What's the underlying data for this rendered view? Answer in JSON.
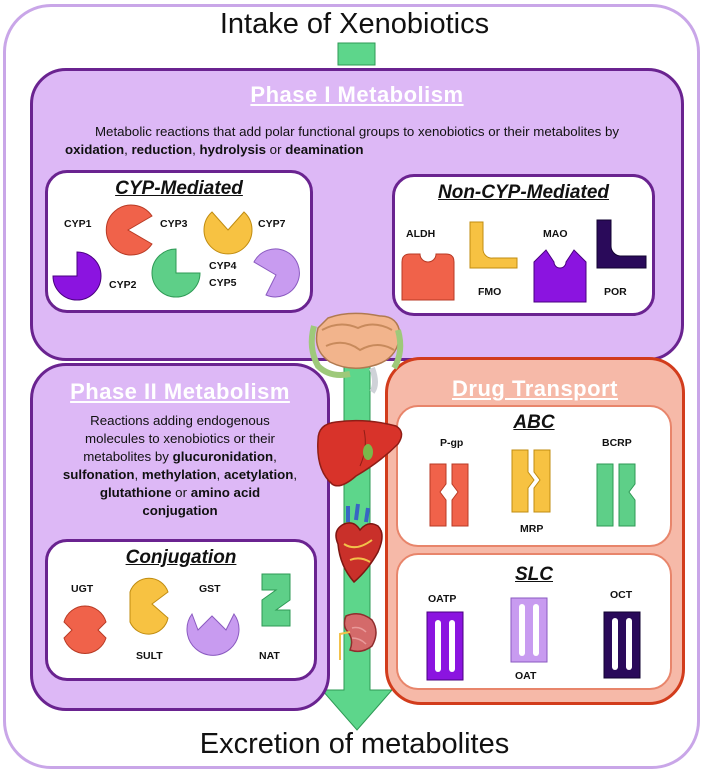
{
  "title_top": "Intake of Xenobiotics",
  "title_bottom": "Excretion of metabolites",
  "phase1": {
    "heading": "Phase I Metabolism",
    "desc_line1": "Metabolic reactions that add polar functional groups to xenobiotics or their metabolites by",
    "desc_line2": [
      {
        "t": "oxidation",
        "b": true
      },
      {
        "t": ", ",
        "b": false
      },
      {
        "t": "reduction",
        "b": true
      },
      {
        "t": ", ",
        "b": false
      },
      {
        "t": "hydrolysis",
        "b": true
      },
      {
        "t": " or ",
        "b": false
      },
      {
        "t": "deamination",
        "b": true
      }
    ],
    "cyp": {
      "title": "CYP-Mediated",
      "labels": {
        "cyp1": "CYP1",
        "cyp2": "CYP2",
        "cyp3": "CYP3",
        "cyp4": "CYP4",
        "cyp5": "CYP5",
        "cyp7": "CYP7"
      }
    },
    "noncyp": {
      "title": "Non-CYP-Mediated",
      "labels": {
        "aldh": "ALDH",
        "fmo": "FMO",
        "mao": "MAO",
        "por": "POR"
      }
    }
  },
  "phase2": {
    "heading": "Phase II Metabolism",
    "desc_lines": [
      [
        {
          "t": "Reactions adding endogenous",
          "b": false
        }
      ],
      [
        {
          "t": "molecules to xenobiotics or their",
          "b": false
        }
      ],
      [
        {
          "t": "metabolites by ",
          "b": false
        },
        {
          "t": "glucuronidation",
          "b": true
        },
        {
          "t": ",",
          "b": false
        }
      ],
      [
        {
          "t": "sulfonation",
          "b": true
        },
        {
          "t": ", ",
          "b": false
        },
        {
          "t": "methylation",
          "b": true
        },
        {
          "t": ", ",
          "b": false
        },
        {
          "t": "acetylation",
          "b": true
        },
        {
          "t": ",",
          "b": false
        }
      ],
      [
        {
          "t": "glutathione",
          "b": true
        },
        {
          "t": " or ",
          "b": false
        },
        {
          "t": "amino acid",
          "b": true
        }
      ],
      [
        {
          "t": "conjugation",
          "b": true
        }
      ]
    ],
    "conj": {
      "title": "Conjugation",
      "labels": {
        "ugt": "UGT",
        "sult": "SULT",
        "gst": "GST",
        "nat": "NAT"
      }
    }
  },
  "transport": {
    "heading": "Drug Transport",
    "abc": {
      "title": "ABC",
      "labels": {
        "pgp": "P-gp",
        "mrp": "MRP",
        "bcrp": "BCRP"
      }
    },
    "slc": {
      "title": "SLC",
      "labels": {
        "oatp": "OATP",
        "oat": "OAT",
        "oct": "OCT"
      }
    }
  },
  "colors": {
    "orange": "#f0624a",
    "yellow": "#f7c242",
    "green": "#5ecf88",
    "purple": "#8b14e0",
    "lilac": "#c89bf0",
    "navy": "#2a0a5a",
    "arrow": "#5dd68b",
    "phase_fill": "#ddb8f6",
    "phase_border": "#6a2390",
    "transport_fill": "#f6b9a8",
    "transport_border": "#d23c1c"
  },
  "icons": [
    "intestine-icon",
    "liver-icon",
    "heart-icon",
    "kidney-icon"
  ]
}
